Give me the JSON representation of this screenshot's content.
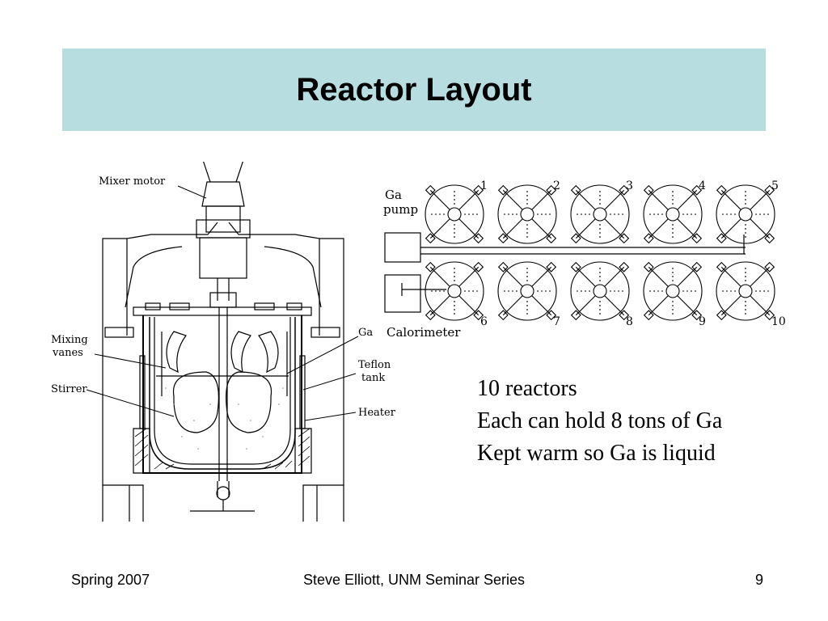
{
  "slide": {
    "title": "Reactor Layout",
    "colors": {
      "title_bar": "#b7dde1"
    }
  },
  "reactor_diagram": {
    "labels": {
      "mixer_motor": "Mixer motor",
      "mixing_vanes_1": "Mixing",
      "mixing_vanes_2": "vanes",
      "stirrer": "Stirrer",
      "ga": "Ga",
      "teflon_1": "Teflon",
      "teflon_2": "tank",
      "heater": "Heater"
    }
  },
  "reactor_array": {
    "pump_label_1": "Ga",
    "pump_label_2": "pump",
    "calorimeter_label": "Calorimeter",
    "top_numbers": [
      "1",
      "2",
      "3",
      "4",
      "5"
    ],
    "bottom_numbers": [
      "6",
      "7",
      "8",
      "9",
      "10"
    ]
  },
  "bullets": [
    "10 reactors",
    "Each can hold 8 tons of Ga",
    "Kept warm so Ga is liquid"
  ],
  "footer": {
    "left": "Spring 2007",
    "center": "Steve Elliott, UNM Seminar Series",
    "page": "9"
  }
}
